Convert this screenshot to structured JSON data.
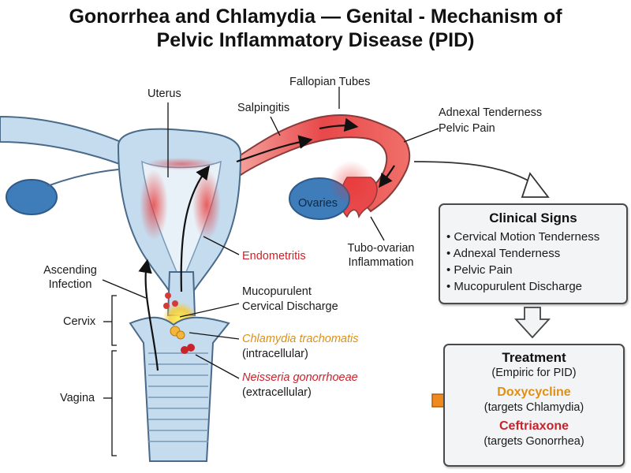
{
  "title_line1": "Gonorrhea and Chlamydia — Genital - Mechanism of",
  "title_line2": "Pelvic Inflammatory Disease (PID)",
  "labels": {
    "uterus": "Uterus",
    "fallopian_tubes": "Fallopian Tubes",
    "salpingitis": "Salpingitis",
    "adnexal_tenderness": "Adnexal Tenderness",
    "pelvic_pain": "Pelvic Pain",
    "ovaries": "Ovaries",
    "tubo_ovarian_1": "Tubo-ovarian",
    "tubo_ovarian_2": "Inflammation",
    "endometritis": "Endometritis",
    "ascending_1": "Ascending",
    "ascending_2": "Infection",
    "mucopurulent_1": "Mucopurulent",
    "mucopurulent_2": "Cervical Discharge",
    "cervix": "Cervix",
    "chlamydia": "Chlamydia trachomatis",
    "intracellular": "(intracellular)",
    "gonorrhoeae": "Neisseria gonorrhoeae",
    "extracellular": "(extracellular)",
    "vagina": "Vagina"
  },
  "clinical_signs": {
    "title": "Clinical Signs",
    "items": [
      "Cervical Motion Tenderness",
      "Adnexal Tenderness",
      "Pelvic Pain",
      "Mucopurulent Discharge"
    ]
  },
  "treatment": {
    "title": "Treatment",
    "subtitle": "(Empiric for PID)",
    "drug1": "Doxycycline",
    "drug1_note": "(targets Chlamydia)",
    "drug2": "Ceftriaxone",
    "drug2_note": "(targets Gonorrhea)"
  },
  "colors": {
    "inflammation": "#e83a3a",
    "tissue": "#c5dcef",
    "outline": "#4a6a8a",
    "ovary": "#3f7cba",
    "chlamydia": "#e08f12",
    "gonorrhoeae": "#c9232b",
    "arrow_orange": "#f08a1c"
  }
}
